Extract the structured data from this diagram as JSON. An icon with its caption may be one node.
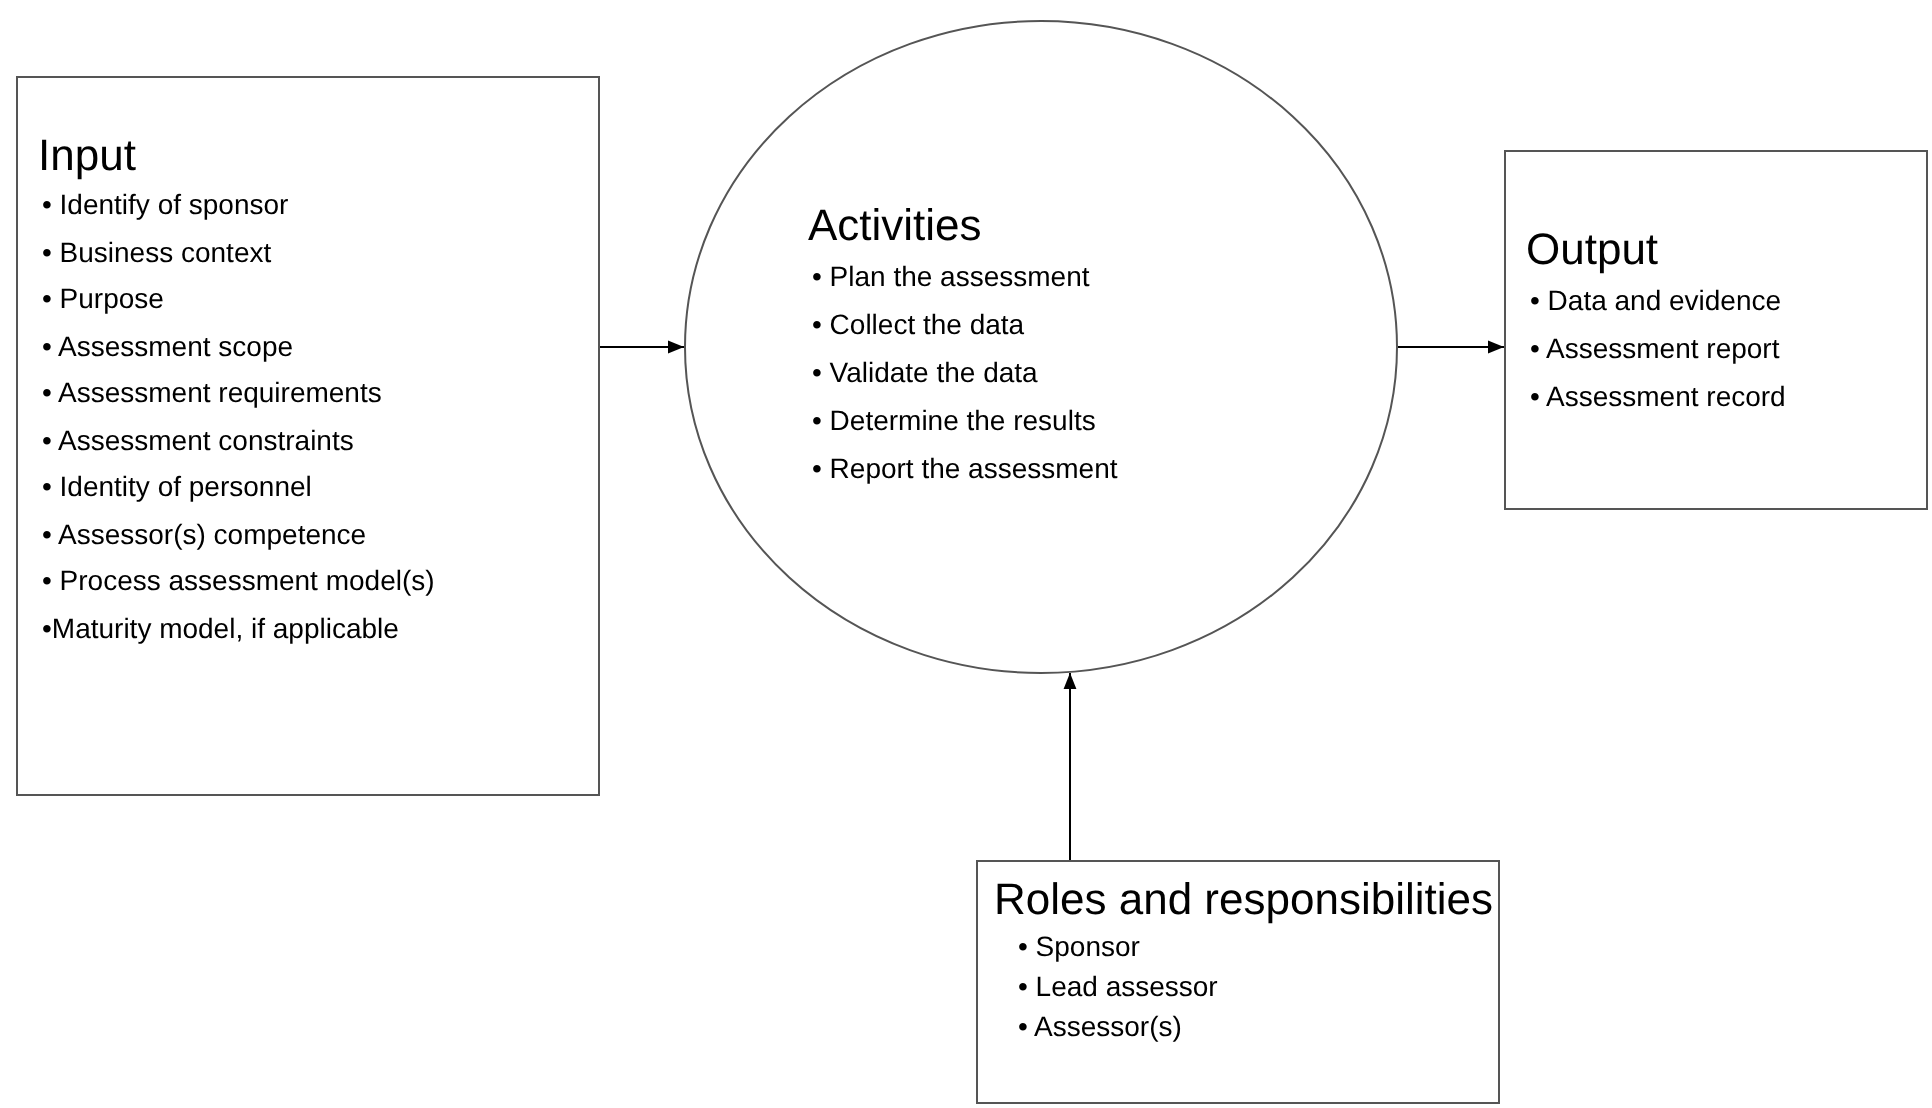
{
  "diagram": {
    "nodes": [
      {
        "text": [
          "Input",
          "• Identify of sponsor",
          "• Business context",
          "• Purpose",
          "• Assessment scope",
          "• Assessment requirements",
          "• Assessment constraints",
          "• Identity of personnel",
          "• Assessor(s) competence",
          "• Process assessment model(s)",
          "•Maturity model, if applicable"
        ]
      },
      {
        "text": [
          "Activities",
          "• Plan the assessment",
          "• Collect the data",
          "• Validate the data",
          "• Determine the results",
          "• Report the assessment"
        ]
      },
      {
        "text": [
          "Output",
          "• Data and evidence",
          "• Assessment report",
          "• Assessment record"
        ]
      },
      {
        "text": [
          "Roles and responsibilities",
          "• Sponsor",
          "• Lead assessor",
          "• Assessor(s)"
        ]
      }
    ],
    "edges": [
      {
        "from": 0,
        "to": 1,
        "arrow": "to"
      },
      {
        "from": 1,
        "to": 2,
        "arrow": "to"
      },
      {
        "from": 3,
        "to": 1,
        "arrow": "to"
      }
    ]
  }
}
